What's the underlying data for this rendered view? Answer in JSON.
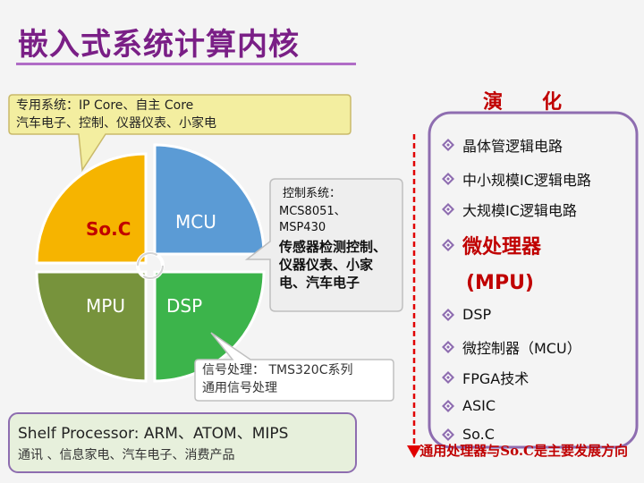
{
  "title": "嵌入式系统计算内核",
  "callout_special": {
    "line1": "专用系统：IP Core、自主 Core",
    "line2": "汽车电子、控制、仪器仪表、小家电"
  },
  "evolution": {
    "heading_left": "演",
    "heading_right": "化",
    "items": [
      {
        "label": "晶体管逻辑电路",
        "style": "normal"
      },
      {
        "label": "中小规模IC逻辑电路",
        "style": "normal"
      },
      {
        "label": "大规模IC逻辑电路",
        "style": "normal"
      },
      {
        "label": "微处理器",
        "style": "big"
      },
      {
        "label": "(MPU)",
        "style": "big-cont"
      },
      {
        "label": "DSP",
        "style": "normal"
      },
      {
        "label": "微控制器（MCU）",
        "style": "normal"
      },
      {
        "label": "FPGA技术",
        "style": "normal"
      },
      {
        "label": "ASIC",
        "style": "normal"
      },
      {
        "label": "So.C",
        "style": "normal"
      }
    ]
  },
  "pie": {
    "soc": "So.C",
    "mcu": "MCU",
    "mpu": "MPU",
    "dsp": "DSP",
    "colors": {
      "soc": "#f6b400",
      "mcu": "#5b9bd5",
      "mpu": "#77933c",
      "dsp": "#3cb44b"
    }
  },
  "control_box": {
    "title": "控制系统：",
    "line1": "MCS8051、",
    "line2": "MSP430",
    "line3": "传感器检测控制、",
    "line4": "仪器仪表、小家",
    "line5": "电、汽车电子"
  },
  "signal_box": {
    "line1": "信号处理： TMS320C系列",
    "line2": "通用信号处理"
  },
  "shelf_box": {
    "line1": "Shelf Processor: ARM、ATOM、MIPS",
    "line2": "通讯 、信息家电、汽车电子、消费产品"
  },
  "bottom_note": "通用处理器与So.C是主要发展方向"
}
